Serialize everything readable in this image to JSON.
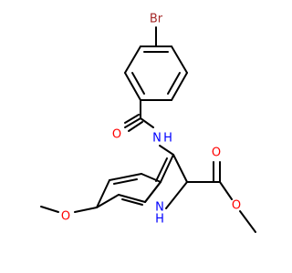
{
  "molecule": {
    "colors": {
      "bond": "#000000",
      "carbon": "#000000",
      "oxygen": "#ff0000",
      "nitrogen": "#0000ff",
      "bromine": "#a52a2a"
    },
    "atoms": {
      "br": {
        "label": "Br",
        "color": "#a52a2a"
      },
      "o_amide": {
        "label": "O",
        "color": "#ff0000"
      },
      "n_amide": {
        "label": "N",
        "color": "#0000ff"
      },
      "h_amide": {
        "label": "H",
        "color": "#0000ff"
      },
      "o_ester_carbonyl": {
        "label": "O",
        "color": "#ff0000"
      },
      "o_ester": {
        "label": "O",
        "color": "#ff0000"
      },
      "o_methoxy": {
        "label": "O",
        "color": "#ff0000"
      },
      "n_indole": {
        "label": "N",
        "color": "#0000ff"
      },
      "h_indole": {
        "label": "H",
        "color": "#0000ff"
      }
    }
  }
}
